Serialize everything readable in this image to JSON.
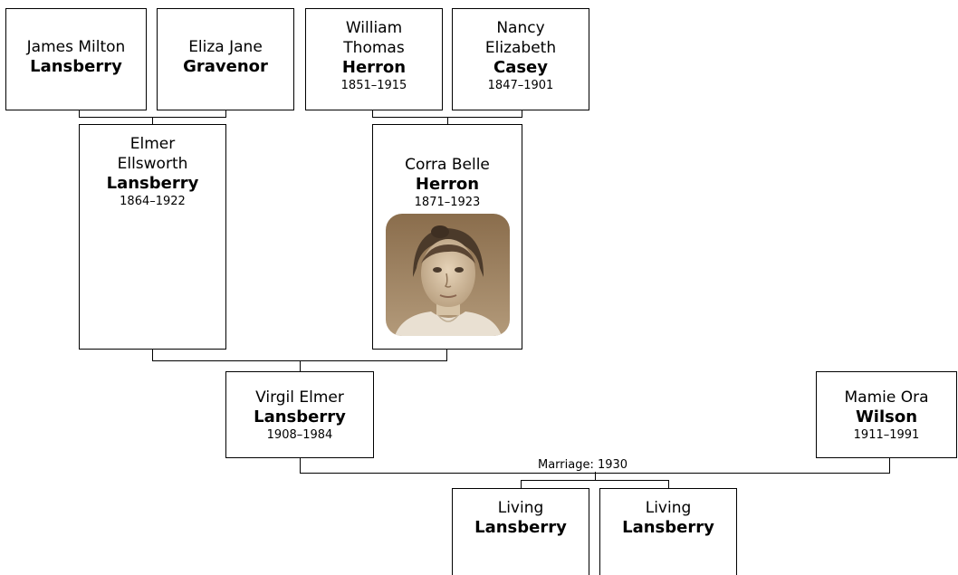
{
  "people": {
    "james": {
      "given": "James Milton",
      "surname": "Lansberry",
      "dates": ""
    },
    "eliza": {
      "given": "Eliza Jane",
      "surname": "Gravenor",
      "dates": ""
    },
    "william": {
      "given": "William Thomas",
      "surname": "Herron",
      "dates": "1851–1915"
    },
    "nancy": {
      "given": "Nancy Elizabeth",
      "surname": "Casey",
      "dates": "1847–1901"
    },
    "elmer": {
      "given": "Elmer Ellsworth",
      "surname": "Lansberry",
      "dates": "1864–1922"
    },
    "corra": {
      "given": "Corra Belle",
      "surname": "Herron",
      "dates": "1871–1923"
    },
    "virgil": {
      "given": "Virgil Elmer",
      "surname": "Lansberry",
      "dates": "1908–1984"
    },
    "mamie": {
      "given": "Mamie Ora",
      "surname": "Wilson",
      "dates": "1911–1991"
    },
    "living1": {
      "given": "Living",
      "surname": "Lansberry",
      "dates": ""
    },
    "living2": {
      "given": "Living",
      "surname": "Lansberry",
      "dates": ""
    }
  },
  "marriage_label": "Marriage: 1930"
}
